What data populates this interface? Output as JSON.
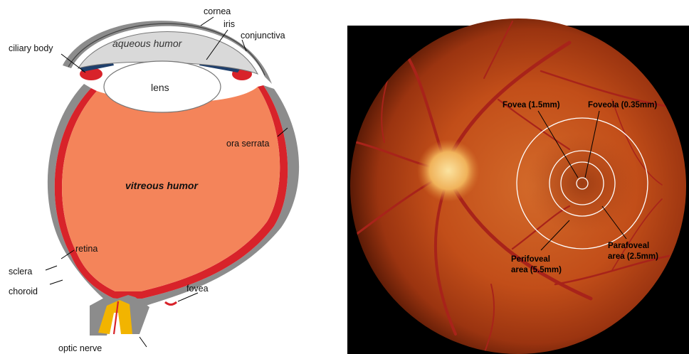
{
  "eye_diagram": {
    "labels": {
      "cornea": "cornea",
      "iris": "iris",
      "conjunctiva": "conjunctiva",
      "ciliary_body": "ciliary body",
      "aqueous_humor": "aqueous humor",
      "lens": "lens",
      "ora_serrata": "ora serrata",
      "vitreous_humor": "vitreous humor",
      "retina": "retina",
      "sclera": "sclera",
      "choroid": "choroid",
      "fovea": "fovea",
      "optic_nerve": "optic nerve"
    },
    "colors": {
      "vitreous": "#f4845a",
      "sclera": "#8c8c8c",
      "retina": "#d8232a",
      "optic_nerve": "#f2b400",
      "cornea": "#ffffff",
      "aqueous": "#d9d9d9"
    }
  },
  "fundus_photo": {
    "labels": {
      "fovea": "Fovea (1.5mm)",
      "foveola": "Foveola (0.35mm)",
      "perifoveal_1": "Perifoveal",
      "perifoveal_2": "area (5.5mm)",
      "parafoveal_1": "Parafoveal",
      "parafoveal_2": "area (2.5mm)"
    },
    "colors": {
      "fundus": "#c8521a",
      "optic_disc": "#f6c46a",
      "vessel": "#a8231a",
      "background": "#000000"
    }
  }
}
